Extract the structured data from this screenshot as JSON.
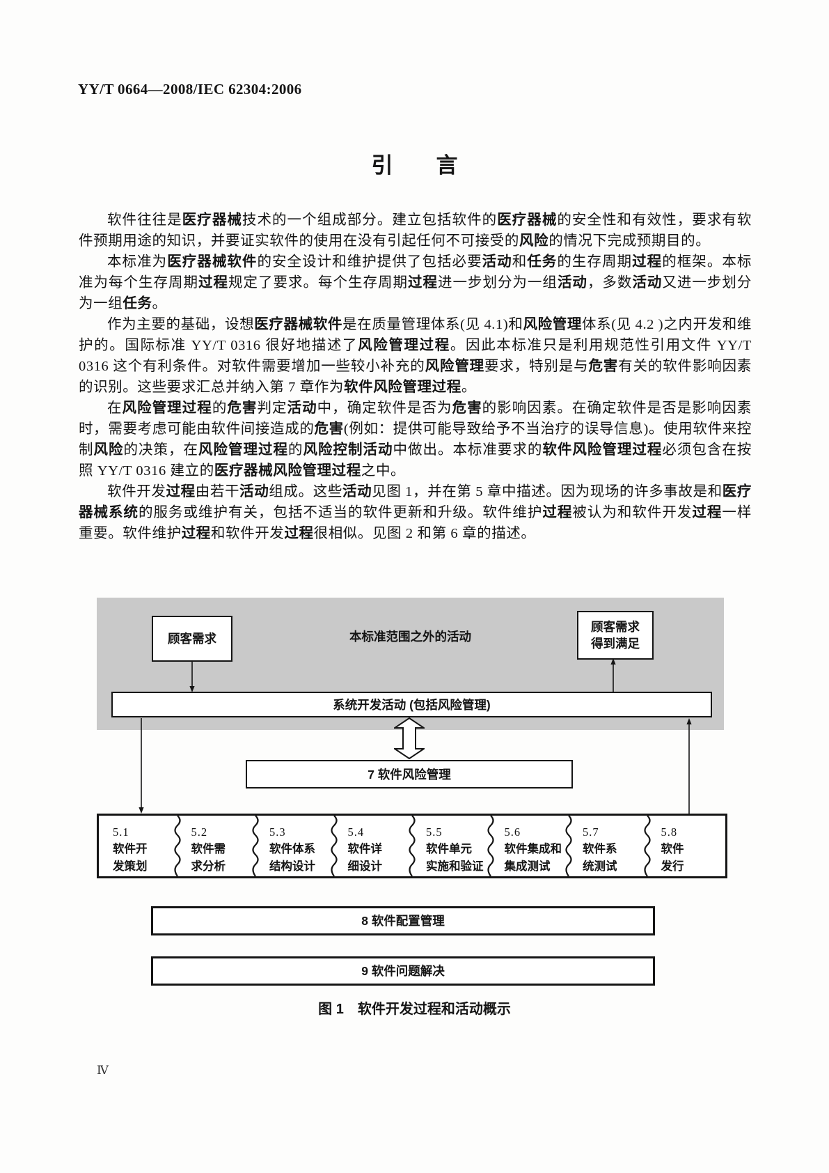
{
  "page": {
    "header": "YY/T 0664—2008/IEC 62304:2006",
    "title": "引　　言",
    "page_number": "Ⅳ"
  },
  "colors": {
    "panel_gray": "#c9c9c9",
    "ink": "#151515"
  },
  "paragraphs": [
    [
      {
        "t": "软件往往是"
      },
      {
        "t": "医疗器械",
        "b": true
      },
      {
        "t": "技术的一个组成部分。建立包括软件的"
      },
      {
        "t": "医疗器械",
        "b": true
      },
      {
        "t": "的安全性和有效性，要求有软件预期用途的知识，并要证实软件的使用在没有引起任何不可接受的"
      },
      {
        "t": "风险",
        "b": true
      },
      {
        "t": "的情况下完成预期目的。"
      }
    ],
    [
      {
        "t": "本标准为"
      },
      {
        "t": "医疗器械软件",
        "b": true
      },
      {
        "t": "的安全设计和维护提供了包括必要"
      },
      {
        "t": "活动",
        "b": true
      },
      {
        "t": "和"
      },
      {
        "t": "任务",
        "b": true
      },
      {
        "t": "的生存周期"
      },
      {
        "t": "过程",
        "b": true
      },
      {
        "t": "的框架。本标准为每个生存周期"
      },
      {
        "t": "过程",
        "b": true
      },
      {
        "t": "规定了要求。每个生存周期"
      },
      {
        "t": "过程",
        "b": true
      },
      {
        "t": "进一步划分为一组"
      },
      {
        "t": "活动",
        "b": true
      },
      {
        "t": "，多数"
      },
      {
        "t": "活动",
        "b": true
      },
      {
        "t": "又进一步划分为一组"
      },
      {
        "t": "任务",
        "b": true
      },
      {
        "t": "。"
      }
    ],
    [
      {
        "t": "作为主要的基础，设想"
      },
      {
        "t": "医疗器械软件",
        "b": true
      },
      {
        "t": "是在质量管理体系(见 4.1)和"
      },
      {
        "t": "风险管理",
        "b": true
      },
      {
        "t": "体系(见 4.2 )之内开发和维护的。国际标准 YY/T 0316 很好地描述了"
      },
      {
        "t": "风险管理过程",
        "b": true
      },
      {
        "t": "。因此本标准只是利用规范性引用文件 YY/T 0316 这个有利条件。对软件需要增加一些较小补充的"
      },
      {
        "t": "风险管理",
        "b": true
      },
      {
        "t": "要求，特别是与"
      },
      {
        "t": "危害",
        "b": true
      },
      {
        "t": "有关的软件影响因素的识别。这些要求汇总并纳入第 7 章作为"
      },
      {
        "t": "软件风险管理过程",
        "b": true
      },
      {
        "t": "。"
      }
    ],
    [
      {
        "t": "在"
      },
      {
        "t": "风险管理过程",
        "b": true
      },
      {
        "t": "的"
      },
      {
        "t": "危害",
        "b": true
      },
      {
        "t": "判定"
      },
      {
        "t": "活动",
        "b": true
      },
      {
        "t": "中，确定软件是否为"
      },
      {
        "t": "危害",
        "b": true
      },
      {
        "t": "的影响因素。在确定软件是否是影响因素时，需要考虑可能由软件间接造成的"
      },
      {
        "t": "危害",
        "b": true
      },
      {
        "t": "(例如：提供可能导致给予不当治疗的误导信息)。使用软件来控制"
      },
      {
        "t": "风险",
        "b": true
      },
      {
        "t": "的决策，在"
      },
      {
        "t": "风险管理过程",
        "b": true
      },
      {
        "t": "的"
      },
      {
        "t": "风险控制活动",
        "b": true
      },
      {
        "t": "中做出。本标准要求的"
      },
      {
        "t": "软件风险管理过程",
        "b": true
      },
      {
        "t": "必须包含在按照 YY/T 0316 建立的"
      },
      {
        "t": "医疗器械风险管理过程",
        "b": true
      },
      {
        "t": "之中。"
      }
    ],
    [
      {
        "t": "软件开发"
      },
      {
        "t": "过程",
        "b": true
      },
      {
        "t": "由若干"
      },
      {
        "t": "活动",
        "b": true
      },
      {
        "t": "组成。这些"
      },
      {
        "t": "活动",
        "b": true
      },
      {
        "t": "见图 1，并在第 5 章中描述。因为现场的许多事故是和"
      },
      {
        "t": "医疗器械系统",
        "b": true
      },
      {
        "t": "的服务或维护有关，包括不适当的软件更新和升级。软件维护"
      },
      {
        "t": "过程",
        "b": true
      },
      {
        "t": "被认为和软件开发"
      },
      {
        "t": "过程",
        "b": true
      },
      {
        "t": "一样重要。软件维护"
      },
      {
        "t": "过程",
        "b": true
      },
      {
        "t": "和软件开发"
      },
      {
        "t": "过程",
        "b": true
      },
      {
        "t": "很相似。见图 2 和第 6 章的描述。"
      }
    ]
  ],
  "figure": {
    "outside_label": "本标准范围之外的活动",
    "customer_needs": "顾客需求",
    "customer_satisfied_line1": "顾客需求",
    "customer_satisfied_line2": "得到满足",
    "system_dev": "系统开发活动 (包括风险管理)",
    "risk_mgmt": "7 软件风险管理",
    "steps": [
      {
        "num": "5.1",
        "l1": "软件开",
        "l2": "发策划"
      },
      {
        "num": "5.2",
        "l1": "软件需",
        "l2": "求分析"
      },
      {
        "num": "5.3",
        "l1": "软件体系",
        "l2": "结构设计"
      },
      {
        "num": "5.4",
        "l1": "软件详",
        "l2": "细设计"
      },
      {
        "num": "5.5",
        "l1": "软件单元",
        "l2": "实施和验证"
      },
      {
        "num": "5.6",
        "l1": "软件集成和",
        "l2": "集成测试"
      },
      {
        "num": "5.7",
        "l1": "软件系",
        "l2": "统测试"
      },
      {
        "num": "5.8",
        "l1": "软件",
        "l2": "发行"
      }
    ],
    "config_mgmt": "8 软件配置管理",
    "problem_resolution": "9 软件问题解决",
    "caption": "图 1　软件开发过程和活动概示"
  }
}
